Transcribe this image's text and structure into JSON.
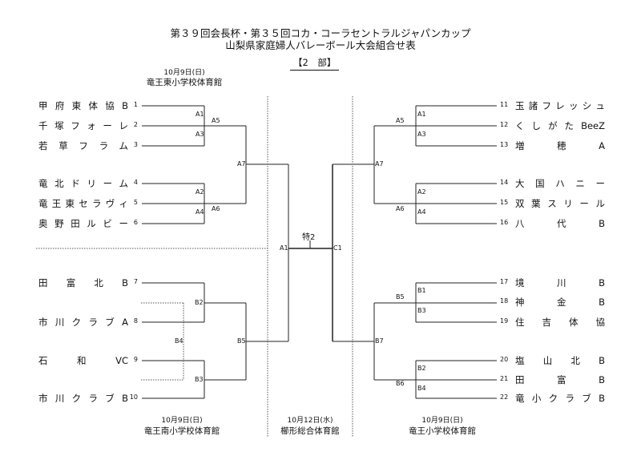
{
  "header": {
    "title_line1": "第３９回会長杯・第３５回コカ・コーラセントラルジャパンカップ",
    "title_line2": "山梨県家庭婦人バレーボール大会組合せ表",
    "division": "【2　部】"
  },
  "venues": {
    "top_left": {
      "date": "10月9日(日)",
      "place": "竜王東小学校体育館"
    },
    "bottom_left": {
      "date": "10月9日(日)",
      "place": "竜王南小学校体育館"
    },
    "bottom_center": {
      "date": "10月12日(水)",
      "place": "櫛形総合体育館"
    },
    "bottom_right": {
      "date": "10月9日(日)",
      "place": "竜王小学校体育館"
    }
  },
  "teams": [
    {
      "no": "1",
      "name": "甲府東体協B"
    },
    {
      "no": "2",
      "name": "千塚フォーレ"
    },
    {
      "no": "3",
      "name": "若草フラム"
    },
    {
      "no": "4",
      "name": "竜北ドリーム"
    },
    {
      "no": "5",
      "name": "竜王東セラヴィ"
    },
    {
      "no": "6",
      "name": "奥野田ルビー"
    },
    {
      "no": "7",
      "name": "田富北B"
    },
    {
      "no": "8",
      "name": "市川クラブA"
    },
    {
      "no": "9",
      "name": "石和VC"
    },
    {
      "no": "10",
      "name": "市川クラブB"
    },
    {
      "no": "11",
      "name": "玉諸フレッシュ"
    },
    {
      "no": "12",
      "name": "くしがたBeeZ"
    },
    {
      "no": "13",
      "name": "増穂A"
    },
    {
      "no": "14",
      "name": "大国ハニー"
    },
    {
      "no": "15",
      "name": "双葉スリール"
    },
    {
      "no": "16",
      "name": "八代B"
    },
    {
      "no": "17",
      "name": "境川B"
    },
    {
      "no": "18",
      "name": "神金B"
    },
    {
      "no": "19",
      "name": "住吉体協"
    },
    {
      "no": "20",
      "name": "塩山北B"
    },
    {
      "no": "21",
      "name": "田富B"
    },
    {
      "no": "22",
      "name": "竜小クラブB"
    }
  ],
  "matches": {
    "left": [
      "A1",
      "A3",
      "A5",
      "A2",
      "A4",
      "A6",
      "A7",
      "B2",
      "B3",
      "B4",
      "B5"
    ],
    "center": [
      "A1",
      "特2",
      "C1"
    ],
    "right": [
      "A1",
      "A3",
      "A5",
      "A2",
      "A4",
      "A6",
      "A7",
      "B1",
      "B3",
      "B5",
      "B2",
      "B4",
      "B6",
      "B7"
    ]
  }
}
